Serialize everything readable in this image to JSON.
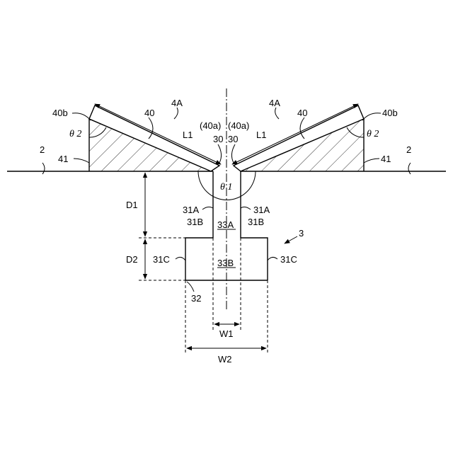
{
  "labels": {
    "l_4A_left": "4A",
    "l_4A_right": "4A",
    "l_40b_left": "40b",
    "l_40b_right": "40b",
    "l_40_left": "40",
    "l_40_right": "40",
    "l_40a_left": "(40a)",
    "l_40a_right": "(40a)",
    "l_30_left": "30",
    "l_30_right": "30",
    "l_L1_left": "L1",
    "l_L1_right": "L1",
    "l_theta2_left": "θ 2",
    "l_theta2_right": "θ 2",
    "l_theta1": "θ 1",
    "l_2_left": "2",
    "l_2_right": "2",
    "l_41_left": "41",
    "l_41_right": "41",
    "l_D1": "D1",
    "l_D2": "D2",
    "l_31A_left": "31A",
    "l_31A_right": "31A",
    "l_31B_left": "31B",
    "l_31B_right": "31B",
    "l_31C_left": "31C",
    "l_31C_right": "31C",
    "l_33A": "33A",
    "l_33B": "33B",
    "l_3": "3",
    "l_32": "32",
    "l_W1": "W1",
    "l_W2": "W2"
  }
}
